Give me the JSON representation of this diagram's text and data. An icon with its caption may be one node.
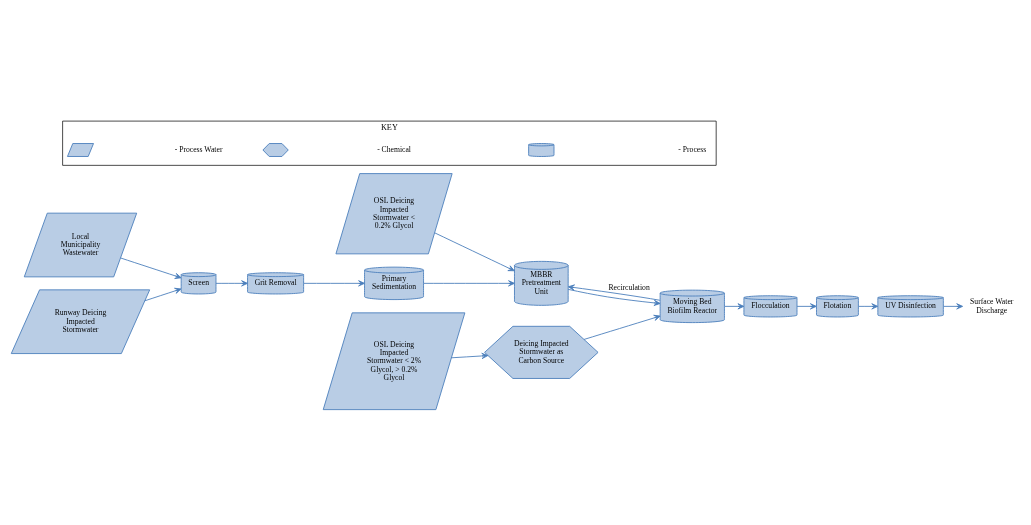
{
  "diagram": {
    "nodes": [
      {
        "text": [
          "Local Municipality Wastewater"
        ]
      },
      {
        "text": [
          "Runway Deicing Impacted Stormwater"
        ]
      },
      {
        "text": [
          "OSL Deicing Impacted Stormwater < 0.2% Glycol"
        ]
      },
      {
        "text": [
          "OSL Deicing Impacted Stormwater < 2% Glycol, > 0.2% Glycol"
        ]
      },
      {
        "text": [
          "Screen"
        ]
      },
      {
        "text": [
          "Grit Removal"
        ]
      },
      {
        "text": [
          "Primary Sedimentation"
        ]
      },
      {
        "text": [
          "MBBR Pretreatment Unit"
        ]
      },
      {
        "text": [
          "Moving Bed Biofilm Reactor"
        ]
      },
      {
        "text": [
          "Flocculation"
        ]
      },
      {
        "text": [
          "Flotation"
        ]
      },
      {
        "text": [
          "UV Disinfection"
        ]
      },
      {
        "text": [
          "Deicing Impacted Stormwater as Carbon Source"
        ]
      },
      {
        "text": [
          "Surface Water Discharge"
        ]
      },
      {
        "text": [
          "KEY"
        ]
      }
    ],
    "edges": [
      {
        "from": 0,
        "to": 4,
        "arrow": "to"
      },
      {
        "from": 1,
        "to": 4,
        "arrow": "to"
      },
      {
        "from": 4,
        "to": 5,
        "arrow": "to"
      },
      {
        "from": 5,
        "to": 6,
        "arrow": "to"
      },
      {
        "from": 6,
        "to": 7,
        "arrow": "to"
      },
      {
        "from": 2,
        "to": 7,
        "arrow": "to"
      },
      {
        "from": 7,
        "to": 8,
        "arrow": "to"
      },
      {
        "from": 8,
        "to": 7,
        "arrow": "to",
        "label": "Recirculation"
      },
      {
        "from": 8,
        "to": 9,
        "arrow": "to"
      },
      {
        "from": 9,
        "to": 10,
        "arrow": "to"
      },
      {
        "from": 10,
        "to": 11,
        "arrow": "to"
      },
      {
        "from": 11,
        "to": 13,
        "arrow": "to"
      },
      {
        "from": 3,
        "to": 12,
        "arrow": "to"
      },
      {
        "from": 12,
        "to": 8,
        "arrow": "to"
      }
    ],
    "legend": [
      {
        "text": "- Process Water"
      },
      {
        "text": "- Chemical"
      },
      {
        "text": "- Process"
      }
    ]
  }
}
